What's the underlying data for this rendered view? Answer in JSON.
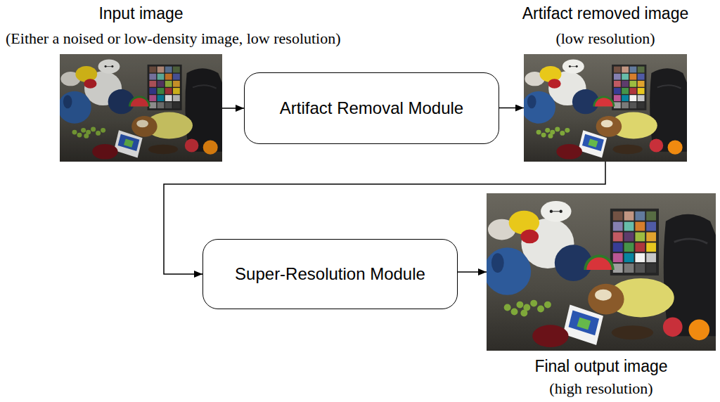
{
  "diagram": {
    "nodes": [
      {
        "text": [
          "Input image",
          "(Either a noised or low-density image, low resolution)"
        ]
      },
      {
        "text": [
          "Artifact Removal Module"
        ]
      },
      {
        "text": [
          "Artifact removed image",
          "(low resolution)"
        ]
      },
      {
        "text": [
          "Super-Resolution Module"
        ]
      },
      {
        "text": [
          "Final output image",
          "(high resolution)"
        ]
      }
    ],
    "edges": [
      {
        "from": 0,
        "to": 1,
        "arrow": "to"
      },
      {
        "from": 1,
        "to": 2,
        "arrow": "to"
      },
      {
        "from": 2,
        "to": 3,
        "arrow": "to"
      },
      {
        "from": 3,
        "to": 4,
        "arrow": "to"
      }
    ]
  }
}
